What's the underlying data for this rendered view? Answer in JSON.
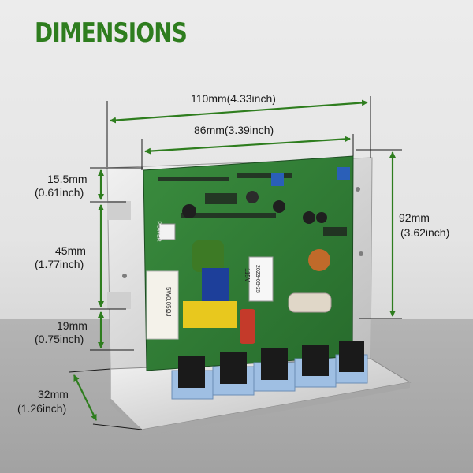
{
  "title": "DIMENSIONS",
  "dimensions": {
    "overall_width": "110mm(4.33inch)",
    "board_width": "86mm(3.39inch)",
    "height": {
      "mm": "92mm",
      "inch": "(3.62inch)"
    },
    "top_offset": {
      "mm": "15.5mm",
      "inch": "(0.61inch)"
    },
    "mount_spacing": {
      "mm": "45mm",
      "inch": "(1.77inch)"
    },
    "lower_offset": {
      "mm": "19mm",
      "inch": "(0.75inch)"
    },
    "base_depth": {
      "mm": "32mm",
      "inch": "(1.26inch)"
    }
  },
  "board": {
    "power_label": "POWER",
    "voltage_label": "115V",
    "date_label": "2023-05-25",
    "resistor_label": "5W0.05ΩJ"
  },
  "colors": {
    "title": "#2e7d1e",
    "dimension_line": "#2e7d1e",
    "pcb": "#2f7a35"
  }
}
